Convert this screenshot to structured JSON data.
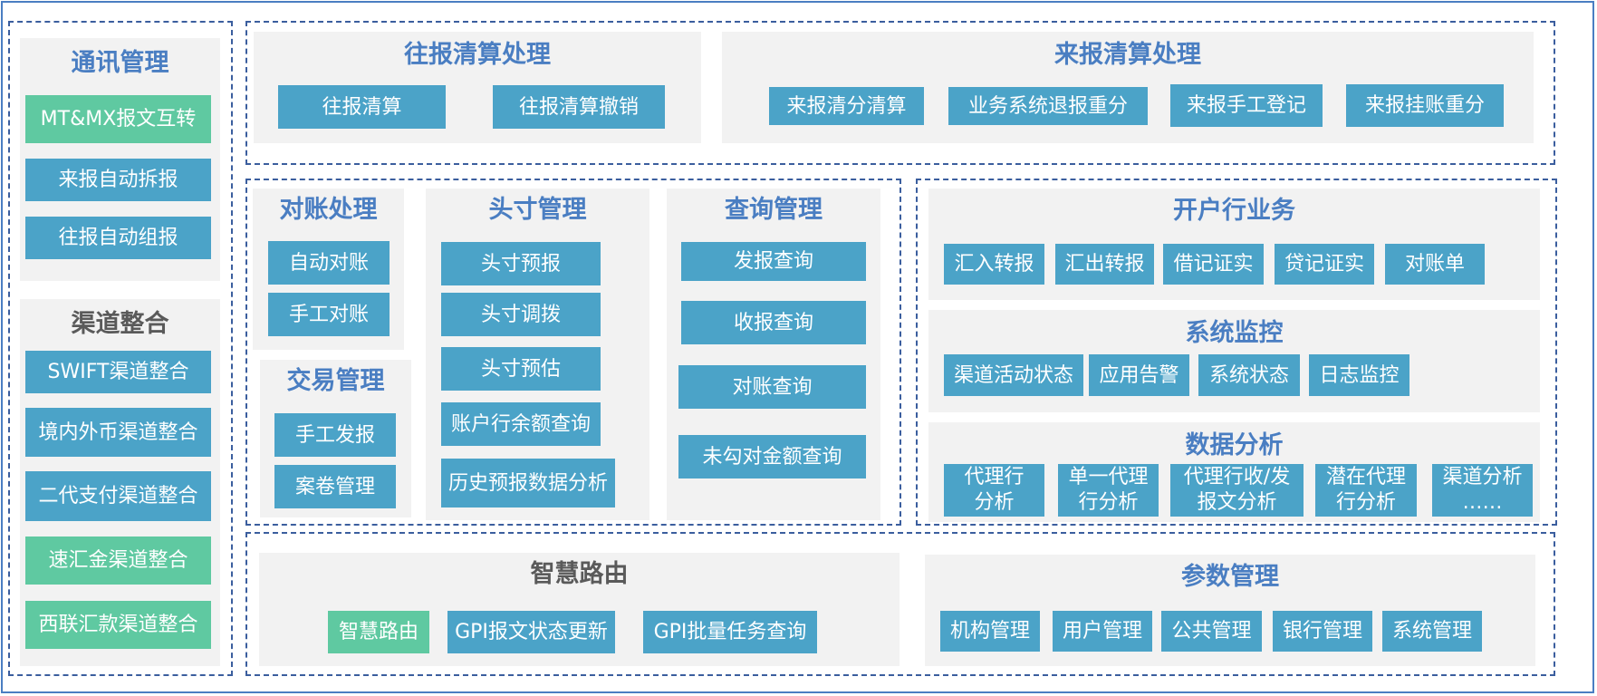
{
  "comm": {
    "title": "通讯管理",
    "items": [
      "MT&MX报文互转",
      "来报自动拆报",
      "往报自动组报"
    ]
  },
  "channel": {
    "title": "渠道整合",
    "items": [
      "SWIFT渠道整合",
      "境内外币渠道整合",
      "二代支付渠道整合",
      "速汇金渠道整合",
      "西联汇款渠道整合"
    ]
  },
  "outgoing": {
    "title": "往报清算处理",
    "items": [
      "往报清算",
      "往报清算撤销"
    ]
  },
  "incoming": {
    "title": "来报清算处理",
    "items": [
      "来报清分清算",
      "业务系统退报重分",
      "来报手工登记",
      "来报挂账重分"
    ]
  },
  "recon": {
    "title": "对账处理",
    "items": [
      "自动对账",
      "手工对账"
    ]
  },
  "trade": {
    "title": "交易管理",
    "items": [
      "手工发报",
      "案卷管理"
    ]
  },
  "position": {
    "title": "头寸管理",
    "items": [
      "头寸预报",
      "头寸调拨",
      "头寸预估",
      "账户行余额查询",
      "历史预报数据分析"
    ]
  },
  "query": {
    "title": "查询管理",
    "items": [
      "发报查询",
      "收报查询",
      "对账查询",
      "未勾对金额查询"
    ]
  },
  "account": {
    "title": "开户行业务",
    "items": [
      "汇入转报",
      "汇出转报",
      "借记证实",
      "贷记证实",
      "对账单"
    ]
  },
  "monitor": {
    "title": "系统监控",
    "items": [
      "渠道活动状态",
      "应用告警",
      "系统状态",
      "日志监控"
    ]
  },
  "analysis": {
    "title": "数据分析",
    "items": [
      "代理行\n分析",
      "单一代理\n行分析",
      "代理行收/发\n报文分析",
      "潜在代理\n行分析",
      "渠道分析\n……"
    ]
  },
  "routing": {
    "title": "智慧路由",
    "items": [
      "智慧路由",
      "GPI报文状态更新",
      "GPI批量任务查询"
    ]
  },
  "params": {
    "title": "参数管理",
    "items": [
      "机构管理",
      "用户管理",
      "公共管理",
      "银行管理",
      "系统管理"
    ]
  },
  "colors": {
    "frame": "#4a7ec2",
    "dashed": "#3b5e9e",
    "panel": "#f2f2f2",
    "blue_button": "#4ba3c8",
    "green_button": "#5fc9a1",
    "title_blue": "#4a7ec2",
    "title_gray": "#5a5a5a"
  }
}
